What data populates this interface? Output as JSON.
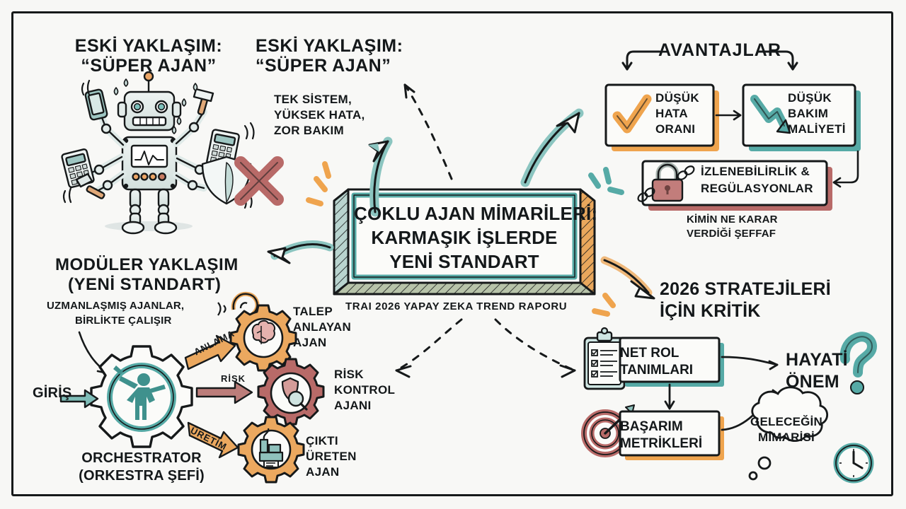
{
  "meta": {
    "canvas_bg": "#f7f7f5",
    "ink": "#16191a",
    "teal": "#56aaa6",
    "orange": "#efa košt"
  },
  "colors": {
    "ink": "#16191a",
    "teal": "#56aaa6",
    "teal_dark": "#3f918d",
    "orange": "#f0a council",
    "orange_hex": "#efa44e",
    "red": "#b86a68",
    "paper": "#f8f8f6"
  },
  "old_approach_left": {
    "title_line1": "ESKİ YAKLAŞIM:",
    "title_line2": "“SÜPER AJAN”",
    "illustration": "overloaded-robot"
  },
  "old_approach_right": {
    "title_line1": "ESKİ YAKLAŞIM:",
    "title_line2": "“SÜPER AJAN”",
    "bullets": [
      "TEK SİSTEM,",
      "YÜKSEK HATA,",
      "ZOR BAKIM"
    ]
  },
  "center": {
    "line1": "ÇOKLU AJAN MİMARİLERİ:",
    "line2": "KARMAŞIK İŞLERDE",
    "line3": "YENİ STANDART",
    "caption": "TRAI 2026 YAPAY ZEKA TREND RAPORU"
  },
  "advantages": {
    "heading": "AVANTAJLAR",
    "cards": [
      {
        "icon": "check-icon",
        "lines": [
          "DÜŞÜK",
          "HATA",
          "ORANI"
        ],
        "accent": "#efa44e"
      },
      {
        "icon": "down-arrow-icon",
        "lines": [
          "DÜŞÜK",
          "BAKIM",
          "MALİYETİ"
        ],
        "accent": "#56aaa6"
      }
    ],
    "compliance": {
      "icon": "lock-chain-icon",
      "lines": [
        "İZLENEBİLİRLİK &",
        "REGÜLASYONLAR"
      ],
      "accent": "#b86a68",
      "note": [
        "KİMİN NE KARAR",
        "VERDİĞİ ŞEFFAF"
      ]
    }
  },
  "modular": {
    "title_line1": "MODÜLER YAKLAŞIM",
    "title_line2": "(YENİ STANDART)",
    "note_line1": "UZMANLAŞMIŞ AJANLAR,",
    "note_line2": "BİRLİKTE ÇALIŞIR",
    "input_label": "GİRİŞ",
    "orchestrator_line1": "ORCHESTRATOR",
    "orchestrator_line2": "(ORKESTRA ŞEFİ)",
    "orchestrator_icon": "conductor-gear-icon",
    "branches": [
      {
        "edge_label": "ANLAMA",
        "icon": "brain-gear-icon",
        "accent": "#efa44e",
        "lines": [
          "TALEP",
          "ANLAYAN",
          "AJAN"
        ]
      },
      {
        "edge_label": "RİSK",
        "icon": "shield-magnifier-gear-icon",
        "accent": "#b86a68",
        "lines": [
          "RİSK",
          "KONTROL",
          "AJANI"
        ]
      },
      {
        "edge_label": "ÜRETİM",
        "icon": "factory-printer-gear-icon",
        "accent": "#efa44e",
        "lines": [
          "ÇIKTI",
          "ÜRETEN",
          "AJAN"
        ]
      }
    ]
  },
  "strategy": {
    "title_line1": "2026 STRATEJİLERİ",
    "title_line2": "İÇİN KRİTİK",
    "cards": [
      {
        "icon": "clipboard-checklist-icon",
        "lines": [
          "NET ROL",
          "TANIMLARI"
        ],
        "accent": "#56aaa6"
      },
      {
        "icon": "target-arrow-icon",
        "lines": [
          "BAŞARIM",
          "METRİKLERİ"
        ],
        "accent": "#efa44e"
      }
    ],
    "outcome_line1": "HAYATİ",
    "outcome_line2": "ÖNEM",
    "outcome_icon": "question-mark-icon",
    "cloud_line1": "GELECEĞİN",
    "cloud_line2": "MİMARİSİ",
    "cloud_icon": "clock-icon"
  }
}
